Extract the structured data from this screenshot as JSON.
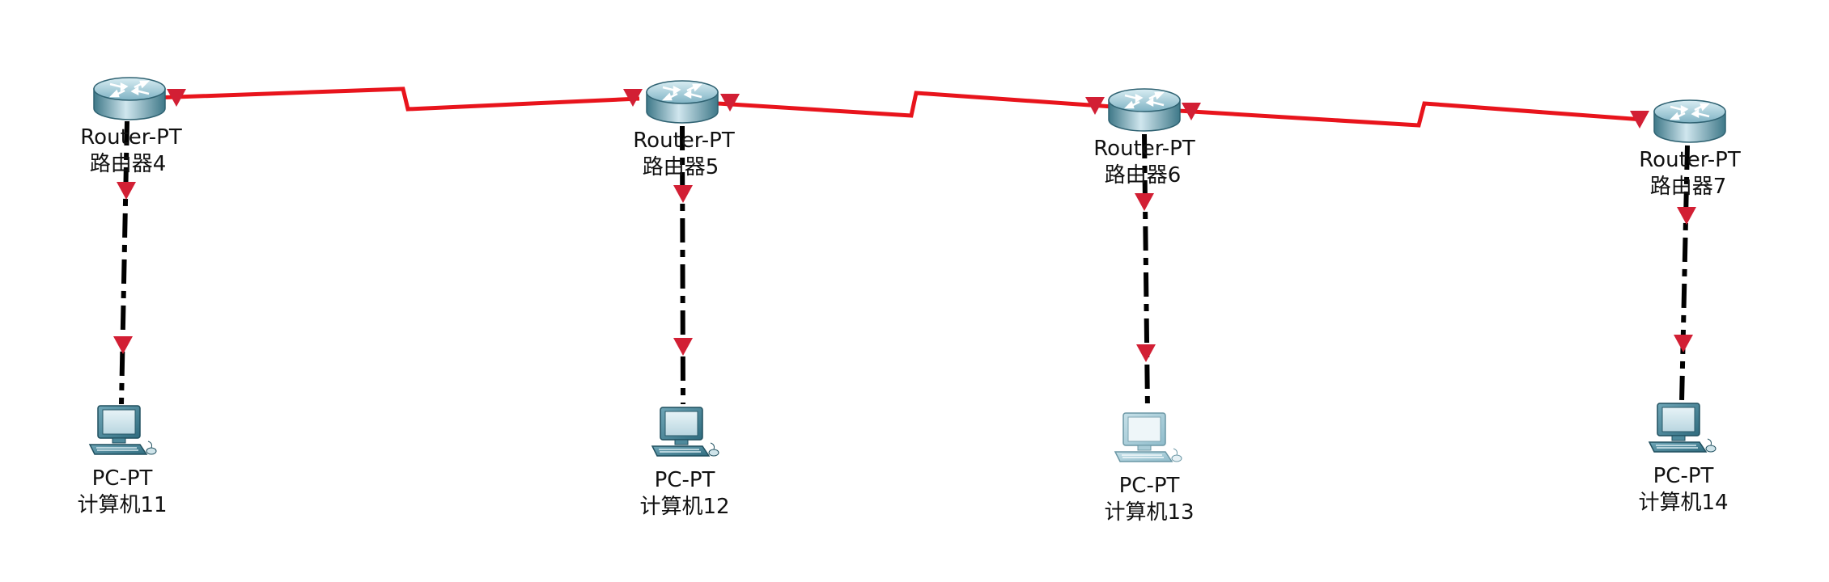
{
  "routers": [
    {
      "id": "r4",
      "model": "Router-PT",
      "name": "路由器4"
    },
    {
      "id": "r5",
      "model": "Router-PT",
      "name": "路由器5"
    },
    {
      "id": "r6",
      "model": "Router-PT",
      "name": "路由器6"
    },
    {
      "id": "r7",
      "model": "Router-PT",
      "name": "路由器7"
    }
  ],
  "pcs": [
    {
      "id": "pc11",
      "model": "PC-PT",
      "name": "计算机11"
    },
    {
      "id": "pc12",
      "model": "PC-PT",
      "name": "计算机12"
    },
    {
      "id": "pc13",
      "model": "PC-PT",
      "name": "计算机13"
    },
    {
      "id": "pc14",
      "model": "PC-PT",
      "name": "计算机14"
    }
  ],
  "links": [
    {
      "from": "r4",
      "to": "r5",
      "type": "serial"
    },
    {
      "from": "r5",
      "to": "r6",
      "type": "serial"
    },
    {
      "from": "r6",
      "to": "r7",
      "type": "serial"
    },
    {
      "from": "r4",
      "to": "pc11",
      "type": "copper-crossover"
    },
    {
      "from": "r5",
      "to": "pc12",
      "type": "copper-crossover"
    },
    {
      "from": "r6",
      "to": "pc13",
      "type": "copper-crossover"
    },
    {
      "from": "r7",
      "to": "pc14",
      "type": "copper-crossover"
    }
  ],
  "colors": {
    "serial_link": "#e8141c",
    "copper_link": "#000000",
    "port_marker": "#d21f34",
    "router_body": "#5d96a8",
    "pc_body": "#3f7f93"
  }
}
